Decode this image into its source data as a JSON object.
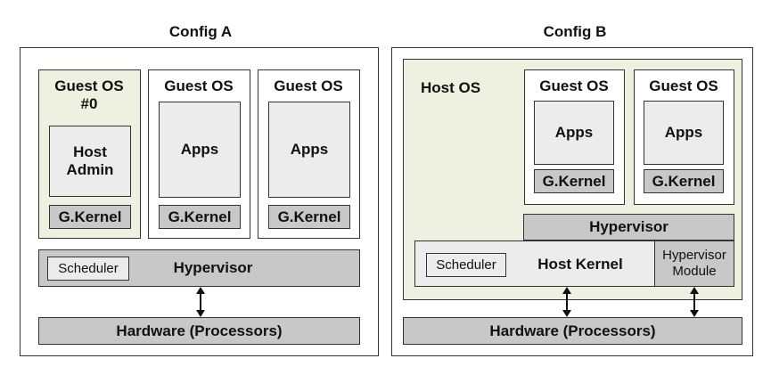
{
  "config_a": {
    "title": "Config A",
    "guest0_title_line1": "Guest OS",
    "guest0_title_line2": "#0",
    "host_admin_line1": "Host",
    "host_admin_line2": "Admin",
    "guest1_title": "Guest OS",
    "guest2_title": "Guest OS",
    "apps": "Apps",
    "gkernel": "G.Kernel",
    "scheduler": "Scheduler",
    "hypervisor": "Hypervisor",
    "hardware": "Hardware (Processors)"
  },
  "config_b": {
    "title": "Config B",
    "host_os": "Host OS",
    "guest_title": "Guest OS",
    "apps": "Apps",
    "gkernel": "G.Kernel",
    "hypervisor": "Hypervisor",
    "scheduler": "Scheduler",
    "host_kernel": "Host Kernel",
    "hyp_module_line1": "Hypervisor",
    "hyp_module_line2": "Module",
    "hardware": "Hardware (Processors)"
  },
  "colors": {
    "host_os_fill": "#eef1e0",
    "gray_fill": "#c8c8c8",
    "light_fill": "#ececec",
    "outline": "#333333"
  }
}
